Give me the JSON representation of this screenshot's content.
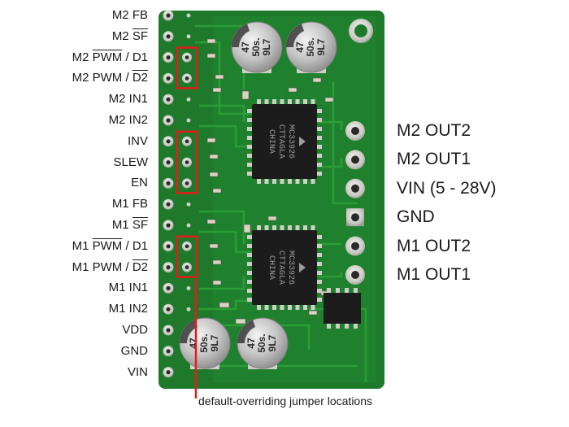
{
  "left_pins": [
    {
      "pre": "M2 FB",
      "over": "",
      "post": ""
    },
    {
      "pre": "M2 ",
      "over": "SF",
      "post": ""
    },
    {
      "pre": "M2 ",
      "over": "PWM",
      "post": " / D1"
    },
    {
      "pre": "M2 PWM / ",
      "over": "D2",
      "post": ""
    },
    {
      "pre": "M2 IN1",
      "over": "",
      "post": ""
    },
    {
      "pre": "M2 IN2",
      "over": "",
      "post": ""
    },
    {
      "pre": "INV",
      "over": "",
      "post": ""
    },
    {
      "pre": "SLEW",
      "over": "",
      "post": ""
    },
    {
      "pre": "EN",
      "over": "",
      "post": ""
    },
    {
      "pre": "M1 FB",
      "over": "",
      "post": ""
    },
    {
      "pre": "M1 ",
      "over": "SF",
      "post": ""
    },
    {
      "pre": "M1 ",
      "over": "PWM",
      "post": " / D1"
    },
    {
      "pre": "M1 PWM / ",
      "over": "D2",
      "post": ""
    },
    {
      "pre": "M1 IN1",
      "over": "",
      "post": ""
    },
    {
      "pre": "M1 IN2",
      "over": "",
      "post": ""
    },
    {
      "pre": "VDD",
      "over": "",
      "post": ""
    },
    {
      "pre": "GND",
      "over": "",
      "post": ""
    },
    {
      "pre": "VIN",
      "over": "",
      "post": ""
    }
  ],
  "right_pins": [
    "M2 OUT2",
    "M2 OUT1",
    "VIN (5 - 28V)",
    "GND",
    "M1 OUT2",
    "M1 OUT1"
  ],
  "chips": [
    {
      "line1": "MC33926",
      "line2": "CTTAGLA",
      "line3": "CHINA"
    },
    {
      "line1": "MC33926",
      "line2": "CTTAGLA",
      "line3": "CHINA"
    }
  ],
  "capacitors": [
    {
      "line1": "47",
      "line2": "50s.",
      "line3": "9L7"
    },
    {
      "line1": "47",
      "line2": "50s.",
      "line3": "9L7"
    },
    {
      "line1": "47",
      "line2": "50s.",
      "line3": "9L7"
    },
    {
      "line1": "47",
      "line2": "50s.",
      "line3": "9L7"
    }
  ],
  "caption": "default-overriding jumper locations",
  "colors": {
    "board": "#1e7a2a",
    "board_dark": "#165e20",
    "trace": "#25922f",
    "pad": "#d8d8d4",
    "chip": "#1c1c1c",
    "capacitor": "#bdbdbd",
    "highlight": "#e31b1b",
    "text": "#1a1a1a"
  }
}
